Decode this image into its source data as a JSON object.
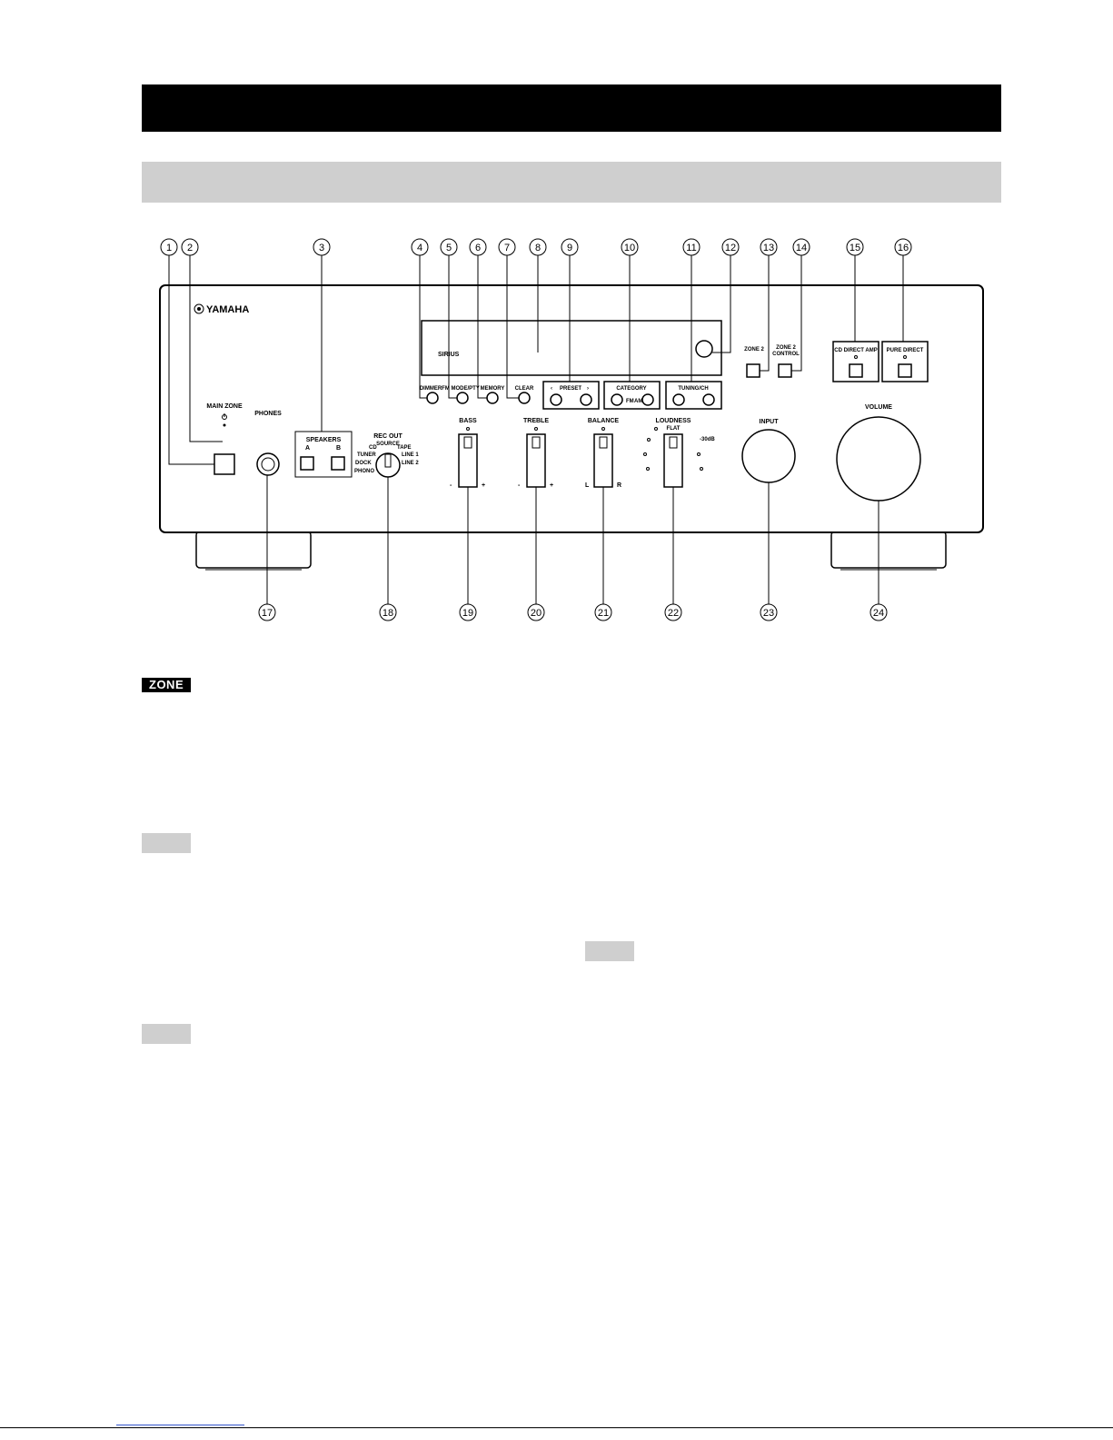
{
  "callouts": [
    "1",
    "2",
    "3",
    "4",
    "5",
    "6",
    "7",
    "8",
    "9",
    "10",
    "11",
    "12",
    "13",
    "14",
    "15",
    "16",
    "17",
    "18",
    "19",
    "20",
    "21",
    "22",
    "23",
    "24"
  ],
  "panel": {
    "brand": "YAMAHA",
    "sirius": "SIRIUS",
    "main_zone": "MAIN ZONE",
    "phones": "PHONES",
    "speakers": "SPEAKERS",
    "speaker_a": "A",
    "speaker_b": "B",
    "rec_out": "REC OUT",
    "rec_out_positions": {
      "source": "SOURCE",
      "cd": "CD",
      "tape": "TAPE",
      "tuner": "TUNER",
      "line1": "LINE 1",
      "dock": "DOCK",
      "line2": "LINE 2",
      "phono": "PHONO"
    },
    "dimmer": "DIMMER",
    "fm_mode": "FM MODE/PTY",
    "memory": "MEMORY",
    "clear": "CLEAR",
    "preset": "PRESET",
    "category": "CATEGORY",
    "fm": "FM",
    "am": "AM",
    "tuning": "TUNING/CH",
    "zone2": "ZONE 2",
    "zone2_control_1": "ZONE 2",
    "zone2_control_2": "CONTROL",
    "cd_direct_amp": "CD DIRECT AMP",
    "pure_direct": "PURE DIRECT",
    "bass": "BASS",
    "treble": "TREBLE",
    "balance": "BALANCE",
    "loudness": "LOUDNESS",
    "flat": "FLAT",
    "db": "-30dB",
    "input": "INPUT",
    "volume": "VOLUME",
    "minus": "-",
    "plus": "+",
    "left": "L",
    "right": "R"
  },
  "zone_tag": "ZONE"
}
